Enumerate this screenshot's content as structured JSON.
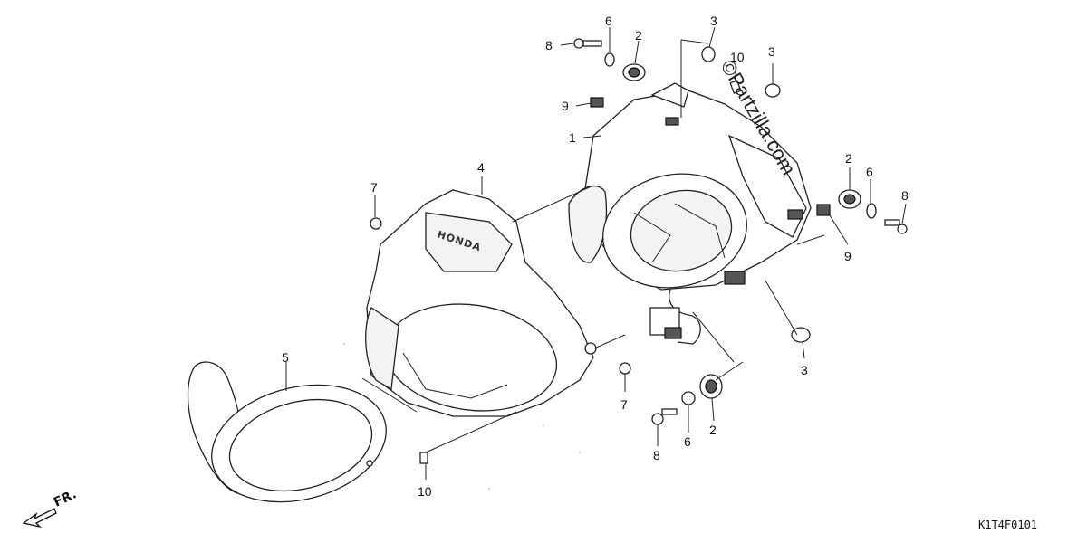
{
  "diagram": {
    "diagram_code": "K1T4F0101",
    "watermark": "©Partzilla.com",
    "brand_mark": "HONDA",
    "front_label": "FR.",
    "callouts": [
      {
        "id": "c-8-top",
        "label": "8"
      },
      {
        "id": "c-6-top",
        "label": "6"
      },
      {
        "id": "c-2-top",
        "label": "2"
      },
      {
        "id": "c-3-top",
        "label": "3"
      },
      {
        "id": "c-10-top",
        "label": "10"
      },
      {
        "id": "c-3-right-top",
        "label": "3"
      },
      {
        "id": "c-9-top",
        "label": "9"
      },
      {
        "id": "c-1",
        "label": "1"
      },
      {
        "id": "c-4",
        "label": "4"
      },
      {
        "id": "c-7-left",
        "label": "7"
      },
      {
        "id": "c-2-right",
        "label": "2"
      },
      {
        "id": "c-6-right",
        "label": "6"
      },
      {
        "id": "c-8-right",
        "label": "8"
      },
      {
        "id": "c-9-right",
        "label": "9"
      },
      {
        "id": "c-3-mid",
        "label": "3"
      },
      {
        "id": "c-5",
        "label": "5"
      },
      {
        "id": "c-7-mid",
        "label": "7"
      },
      {
        "id": "c-2-bottom",
        "label": "2"
      },
      {
        "id": "c-6-bottom",
        "label": "6"
      },
      {
        "id": "c-8-bottom",
        "label": "8"
      },
      {
        "id": "c-10-bottom",
        "label": "10"
      }
    ]
  }
}
